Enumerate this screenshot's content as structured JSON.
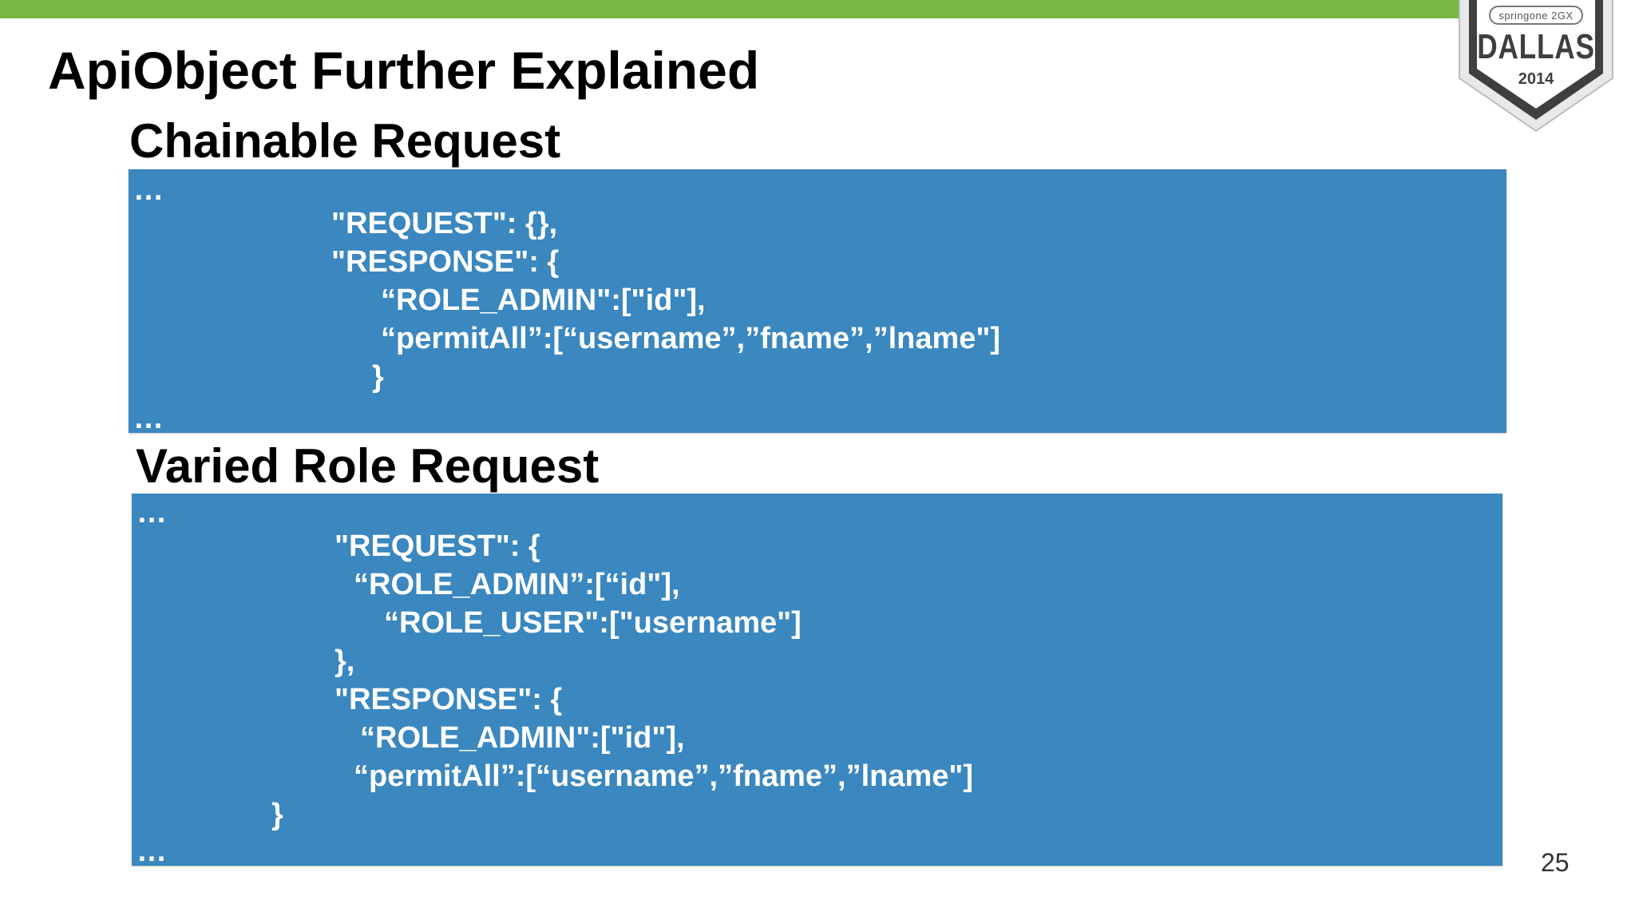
{
  "slide": {
    "title": "ApiObject Further Explained",
    "page_number": "25"
  },
  "logo": {
    "sub": "springone 2GX",
    "city": "DALLAS",
    "year": "2014"
  },
  "sections": [
    {
      "heading": "Chainable Request",
      "lines": [
        "…",
        "\"REQUEST\": {},",
        "\"RESPONSE\": {",
        "“ROLE_ADMIN\":[\"id\"],",
        "“permitAll”:[“username”,”fname”,”lname\"]",
        "}",
        "…"
      ]
    },
    {
      "heading": "Varied Role Request",
      "lines": [
        "…",
        "\"REQUEST\": {",
        "“ROLE_ADMIN”:[“id\"],",
        "“ROLE_USER\":[\"username\"]",
        "},",
        "\"RESPONSE\": {",
        "“ROLE_ADMIN\":[\"id\"],",
        "“permitAll”:[“username”,”fname”,”lname\"]",
        "}",
        "…"
      ]
    }
  ],
  "colors": {
    "top_bar": "#77b843",
    "code_box": "#3b87bf",
    "code_text": "#ffffff"
  }
}
